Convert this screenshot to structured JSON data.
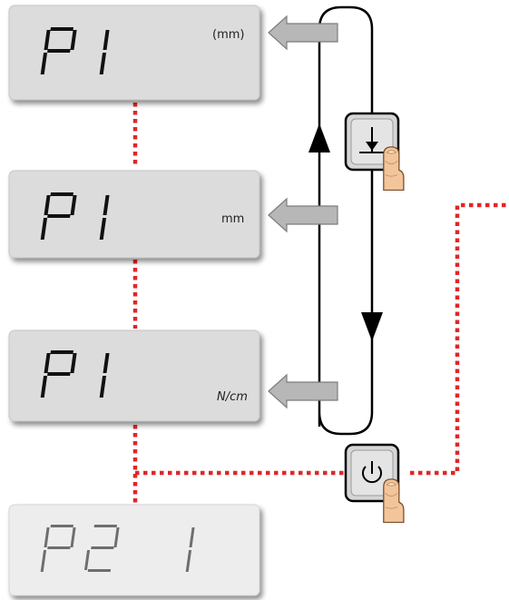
{
  "colors": {
    "panel": "#dcdcdc",
    "panel_dim": "#ededed",
    "panel_border": "#c6c6c6",
    "loop_line": "#000000",
    "dotted_path": "#e0262a",
    "arrow_fill": "#b7b7b7",
    "button_bg": "#d6d6d6"
  },
  "displays": [
    {
      "text": "P 1",
      "unit": "(mm)",
      "italic_unit": false
    },
    {
      "text": "P 1",
      "unit": "mm",
      "italic_unit": false
    },
    {
      "text": "P 1",
      "unit": "N/cm",
      "italic_unit": true
    },
    {
      "text": "P2 1",
      "unit": "",
      "italic_unit": false
    }
  ],
  "buttons": [
    {
      "icon": "arrow-down-icon"
    },
    {
      "icon": "power-icon"
    }
  ],
  "pointers": [
    "finger-icon",
    "finger-icon"
  ]
}
